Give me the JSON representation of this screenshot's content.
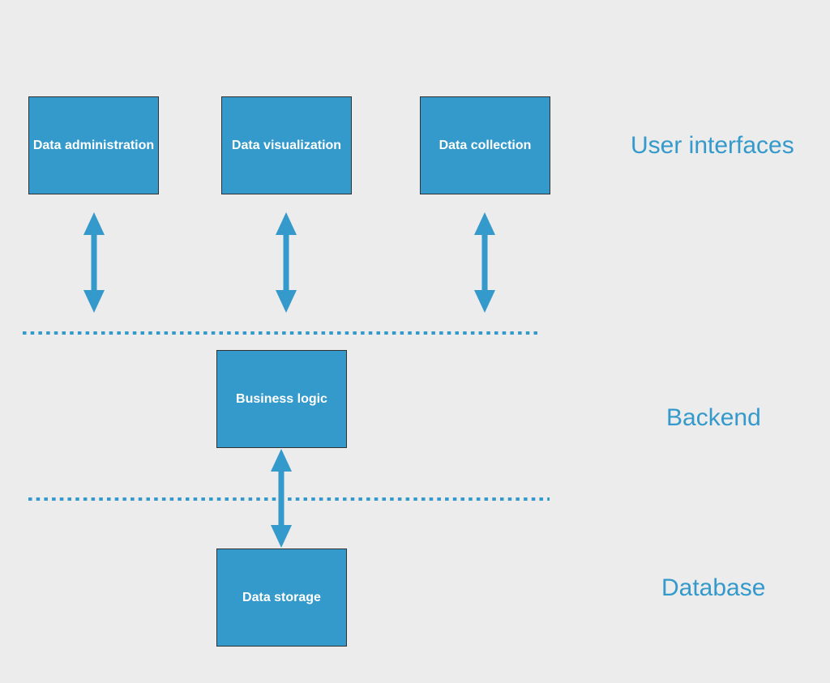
{
  "colors": {
    "canvas_bg": "#ECECEC",
    "accent": "#3499CB",
    "node_fill": "#3499CB",
    "node_border": "#323232",
    "node_text": "#FFFFFF"
  },
  "diagram": {
    "nodes": [
      {
        "label": "Data administration",
        "layer": "User interfaces"
      },
      {
        "label": "Data visualization",
        "layer": "User interfaces"
      },
      {
        "label": "Data collection",
        "layer": "User interfaces"
      },
      {
        "label": "Business logic",
        "layer": "Backend"
      },
      {
        "label": "Data storage",
        "layer": "Database"
      }
    ],
    "layers": [
      {
        "label": "User interfaces"
      },
      {
        "label": "Backend"
      },
      {
        "label": "Database"
      }
    ],
    "connections": [
      {
        "from": "Data administration",
        "to": "Backend",
        "style": "double-headed-arrow"
      },
      {
        "from": "Data visualization",
        "to": "Backend",
        "style": "double-headed-arrow"
      },
      {
        "from": "Data collection",
        "to": "Backend",
        "style": "double-headed-arrow"
      },
      {
        "from": "Business logic",
        "to": "Data storage",
        "style": "double-headed-arrow"
      }
    ],
    "separators": [
      {
        "between": "User interfaces / Backend",
        "style": "dotted"
      },
      {
        "between": "Backend / Database",
        "style": "dotted"
      }
    ]
  }
}
